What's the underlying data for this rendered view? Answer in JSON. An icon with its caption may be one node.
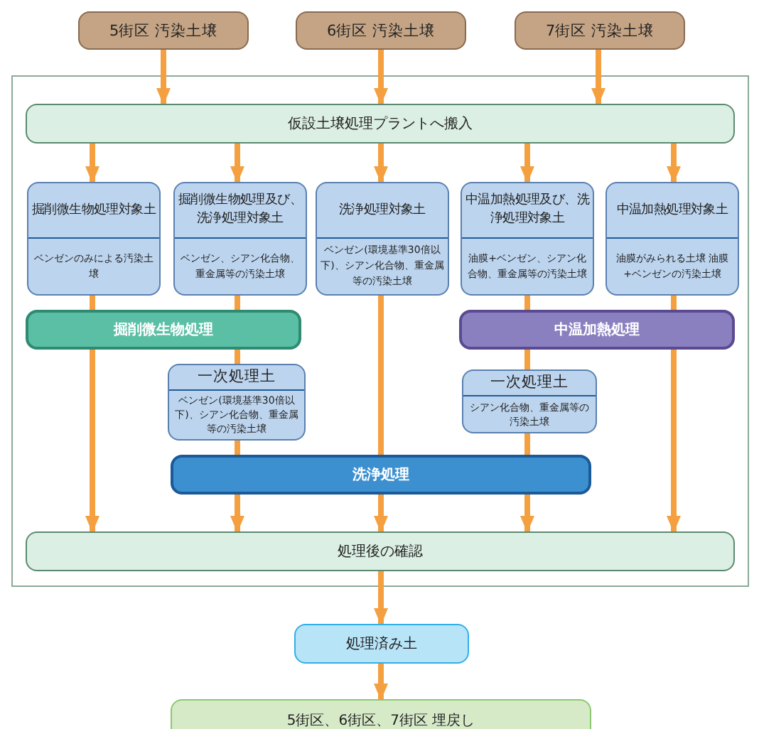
{
  "diagram": {
    "nodes": [
      {
        "text": [
          "5街区 汚染土壌"
        ]
      },
      {
        "text": [
          "6街区 汚染土壌"
        ]
      },
      {
        "text": [
          "7街区 汚染土壌"
        ]
      },
      {
        "text": [],
        "shape": "box"
      },
      {
        "text": [
          "仮設土壌処理プラントへ搬入"
        ],
        "in": 3
      },
      {
        "text": [
          "掘削微生物処理対象土",
          "ベンゼンのみによる汚染土壌"
        ],
        "in": 3
      },
      {
        "text": [
          "掘削微生物処理及び、洗浄処理対象土",
          "ベンゼン、シアン化合物、重金属等の汚染土壌"
        ],
        "in": 3
      },
      {
        "text": [
          "洗浄処理対象土",
          "ベンゼン(環境基準30倍以下)、シアン化合物、重金属等の汚染土壌"
        ],
        "in": 3
      },
      {
        "text": [
          "中温加熱処理及び、洗浄処理対象土",
          "油膜+ベンゼン、シアン化合物、重金属等の汚染土壌"
        ],
        "in": 3
      },
      {
        "text": [
          "中温加熱処理対象土",
          "油膜がみられる土壌 油膜+ベンゼンの汚染土壌"
        ],
        "in": 3
      },
      {
        "text": [
          "掘削微生物処理"
        ],
        "in": 3
      },
      {
        "text": [
          "中温加熱処理"
        ],
        "in": 3
      },
      {
        "text": [
          "一次処理土",
          "ベンゼン(環境基準30倍以下)、シアン化合物、重金属等の汚染土壌"
        ],
        "in": 3
      },
      {
        "text": [
          "一次処理土",
          "シアン化合物、重金属等の汚染土壌"
        ],
        "in": 3
      },
      {
        "text": [
          "洗浄処理"
        ],
        "in": 3
      },
      {
        "text": [
          "処理後の確認"
        ],
        "in": 3
      },
      {
        "text": [
          "処理済み土"
        ]
      },
      {
        "text": [
          "5街区、6街区、7街区 埋戻し"
        ]
      }
    ],
    "edges": [
      {
        "from": 0,
        "to": 4,
        "arrow": "to"
      },
      {
        "from": 1,
        "to": 4,
        "arrow": "to"
      },
      {
        "from": 2,
        "to": 4,
        "arrow": "to"
      },
      {
        "from": 4,
        "to": 5,
        "arrow": "to"
      },
      {
        "from": 4,
        "to": 6,
        "arrow": "to"
      },
      {
        "from": 4,
        "to": 7,
        "arrow": "to"
      },
      {
        "from": 4,
        "to": 8,
        "arrow": "to"
      },
      {
        "from": 4,
        "to": 9,
        "arrow": "to"
      },
      {
        "from": 5,
        "to": 10,
        "arrow": "none"
      },
      {
        "from": 6,
        "to": 10,
        "arrow": "none"
      },
      {
        "from": 8,
        "to": 11,
        "arrow": "none"
      },
      {
        "from": 9,
        "to": 11,
        "arrow": "none"
      },
      {
        "from": 10,
        "to": 15,
        "arrow": "to"
      },
      {
        "from": 10,
        "to": 12,
        "arrow": "none"
      },
      {
        "from": 12,
        "to": 14,
        "arrow": "none"
      },
      {
        "from": 14,
        "to": 15,
        "arrow": "to"
      },
      {
        "from": 7,
        "to": 14,
        "arrow": "none"
      },
      {
        "from": 14,
        "to": 15,
        "arrow": "to"
      },
      {
        "from": 11,
        "to": 13,
        "arrow": "none"
      },
      {
        "from": 13,
        "to": 14,
        "arrow": "none"
      },
      {
        "from": 14,
        "to": 15,
        "arrow": "to"
      },
      {
        "from": 11,
        "to": 15,
        "arrow": "to"
      },
      {
        "from": 15,
        "to": 16,
        "arrow": "to"
      },
      {
        "from": 16,
        "to": 17,
        "arrow": "to"
      }
    ]
  }
}
